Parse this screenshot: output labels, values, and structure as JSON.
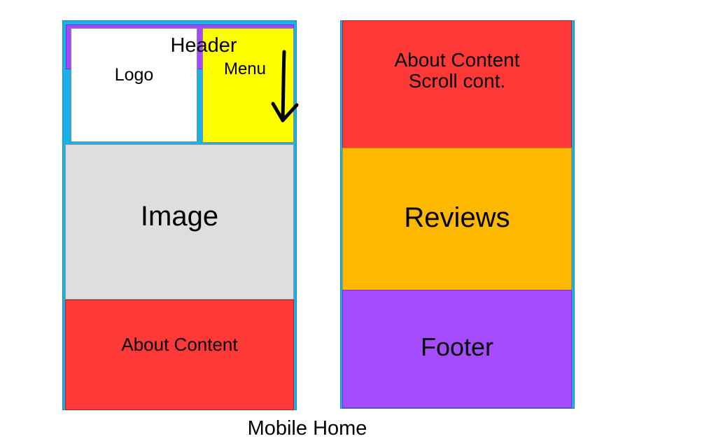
{
  "left_screen": {
    "header_label": "Header",
    "logo_label": "Logo",
    "menu_label": "Menu",
    "image_label": "Image",
    "about_label": "About Content"
  },
  "right_screen": {
    "about_line1": "About Content",
    "about_line2": "Scroll cont.",
    "reviews_label": "Reviews",
    "footer_label": "Footer"
  },
  "caption": "Mobile Home",
  "icons": {
    "menu_arrow": "arrow-down-icon"
  },
  "colors": {
    "frame": "#1ab0e8",
    "header": "#a349ff",
    "logo": "#ffffff",
    "menu": "#ffff00",
    "image": "#dedede",
    "about": "#ff3838",
    "reviews": "#ffb800",
    "footer": "#a74bff"
  }
}
